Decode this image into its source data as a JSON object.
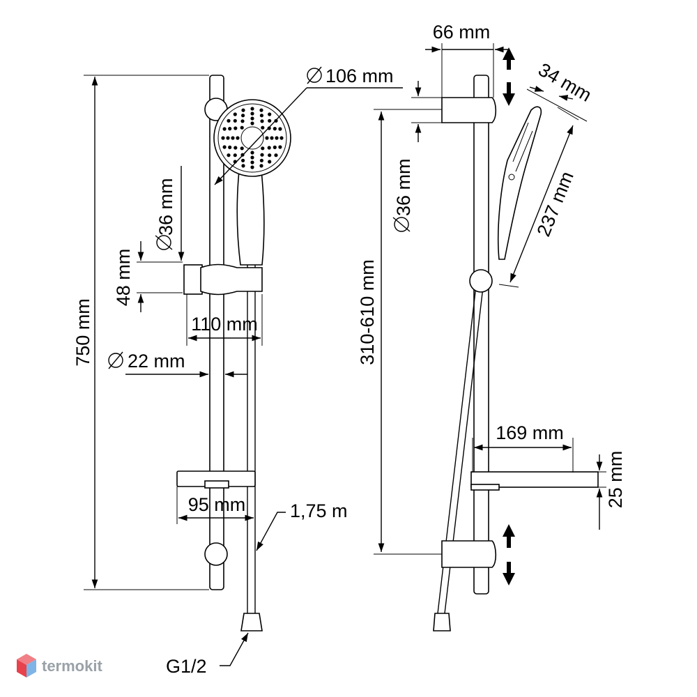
{
  "dimensions": {
    "rail_length": "750 mm",
    "head_diameter": "106 mm",
    "holder_diameter": "36 mm",
    "holder_height": "48 mm",
    "holder_depth": "110 mm",
    "rail_diameter": "22 mm",
    "soap_dish_width": "95 mm",
    "hose_length": "1,75 m",
    "thread": "G1/2",
    "top_offset": "66 mm",
    "handle_width": "34 mm",
    "top_holder_diameter": "36 mm",
    "handle_length": "237 mm",
    "adjust_range": "310-610 mm",
    "shelf_depth": "169 mm",
    "shelf_height": "25 mm"
  },
  "watermark": {
    "text": "termokit",
    "colors": {
      "top": "#f07f86",
      "left": "#e8424d",
      "right": "#7fb4e6",
      "text": "#9aa1a8"
    }
  }
}
